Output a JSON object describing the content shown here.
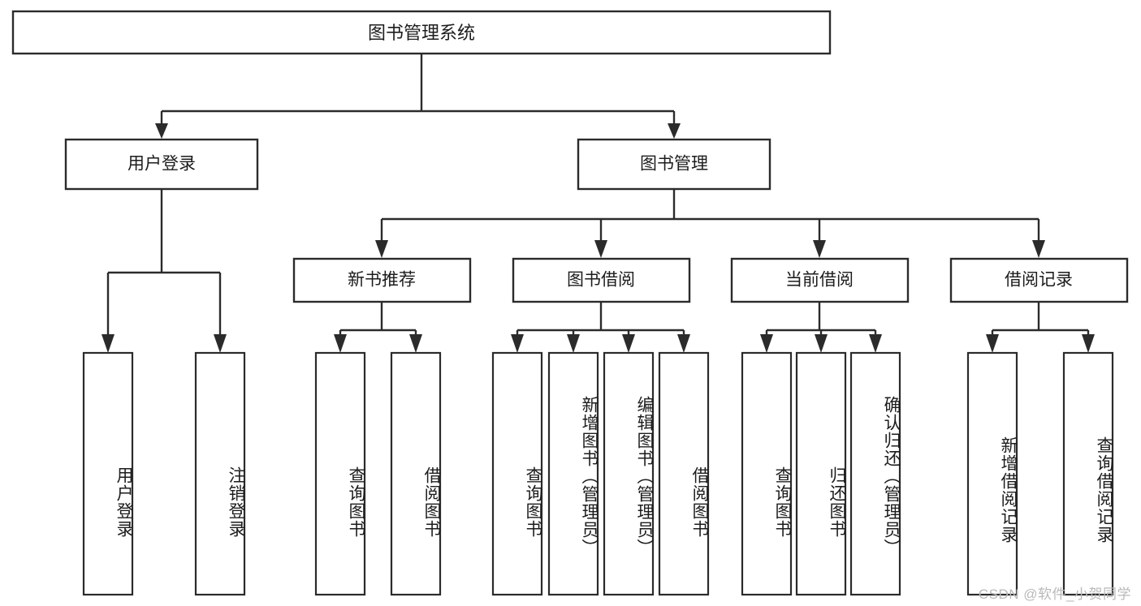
{
  "diagram": {
    "type": "tree",
    "title": "图书管理系统",
    "watermark": "CSDN @软件_小贺同学",
    "colors": {
      "background": "#ffffff",
      "stroke": "#2b2b2b",
      "text": "#1c1c1c",
      "watermark": "#b9b9b9"
    },
    "root": {
      "label": "图书管理系统"
    },
    "level2": [
      {
        "label": "用户登录"
      },
      {
        "label": "图书管理"
      }
    ],
    "level3": [
      {
        "label": "新书推荐"
      },
      {
        "label": "图书借阅"
      },
      {
        "label": "当前借阅"
      },
      {
        "label": "借阅记录"
      }
    ],
    "leaves": {
      "user_login": [
        {
          "label": "用户登录"
        },
        {
          "label": "注销登录"
        }
      ],
      "new_book": [
        {
          "label": "查询图书"
        },
        {
          "label": "借阅图书"
        }
      ],
      "book_borrow": [
        {
          "label": "查询图书"
        },
        {
          "label": "新增图书（管理员）"
        },
        {
          "label": "编辑图书（管理员）"
        },
        {
          "label": "借阅图书"
        }
      ],
      "current_borrow": [
        {
          "label": "查询图书"
        },
        {
          "label": "归还图书"
        },
        {
          "label": "确认归还（管理员）"
        }
      ],
      "borrow_record": [
        {
          "label": "新增借阅记录"
        },
        {
          "label": "查询借阅记录"
        }
      ]
    }
  }
}
